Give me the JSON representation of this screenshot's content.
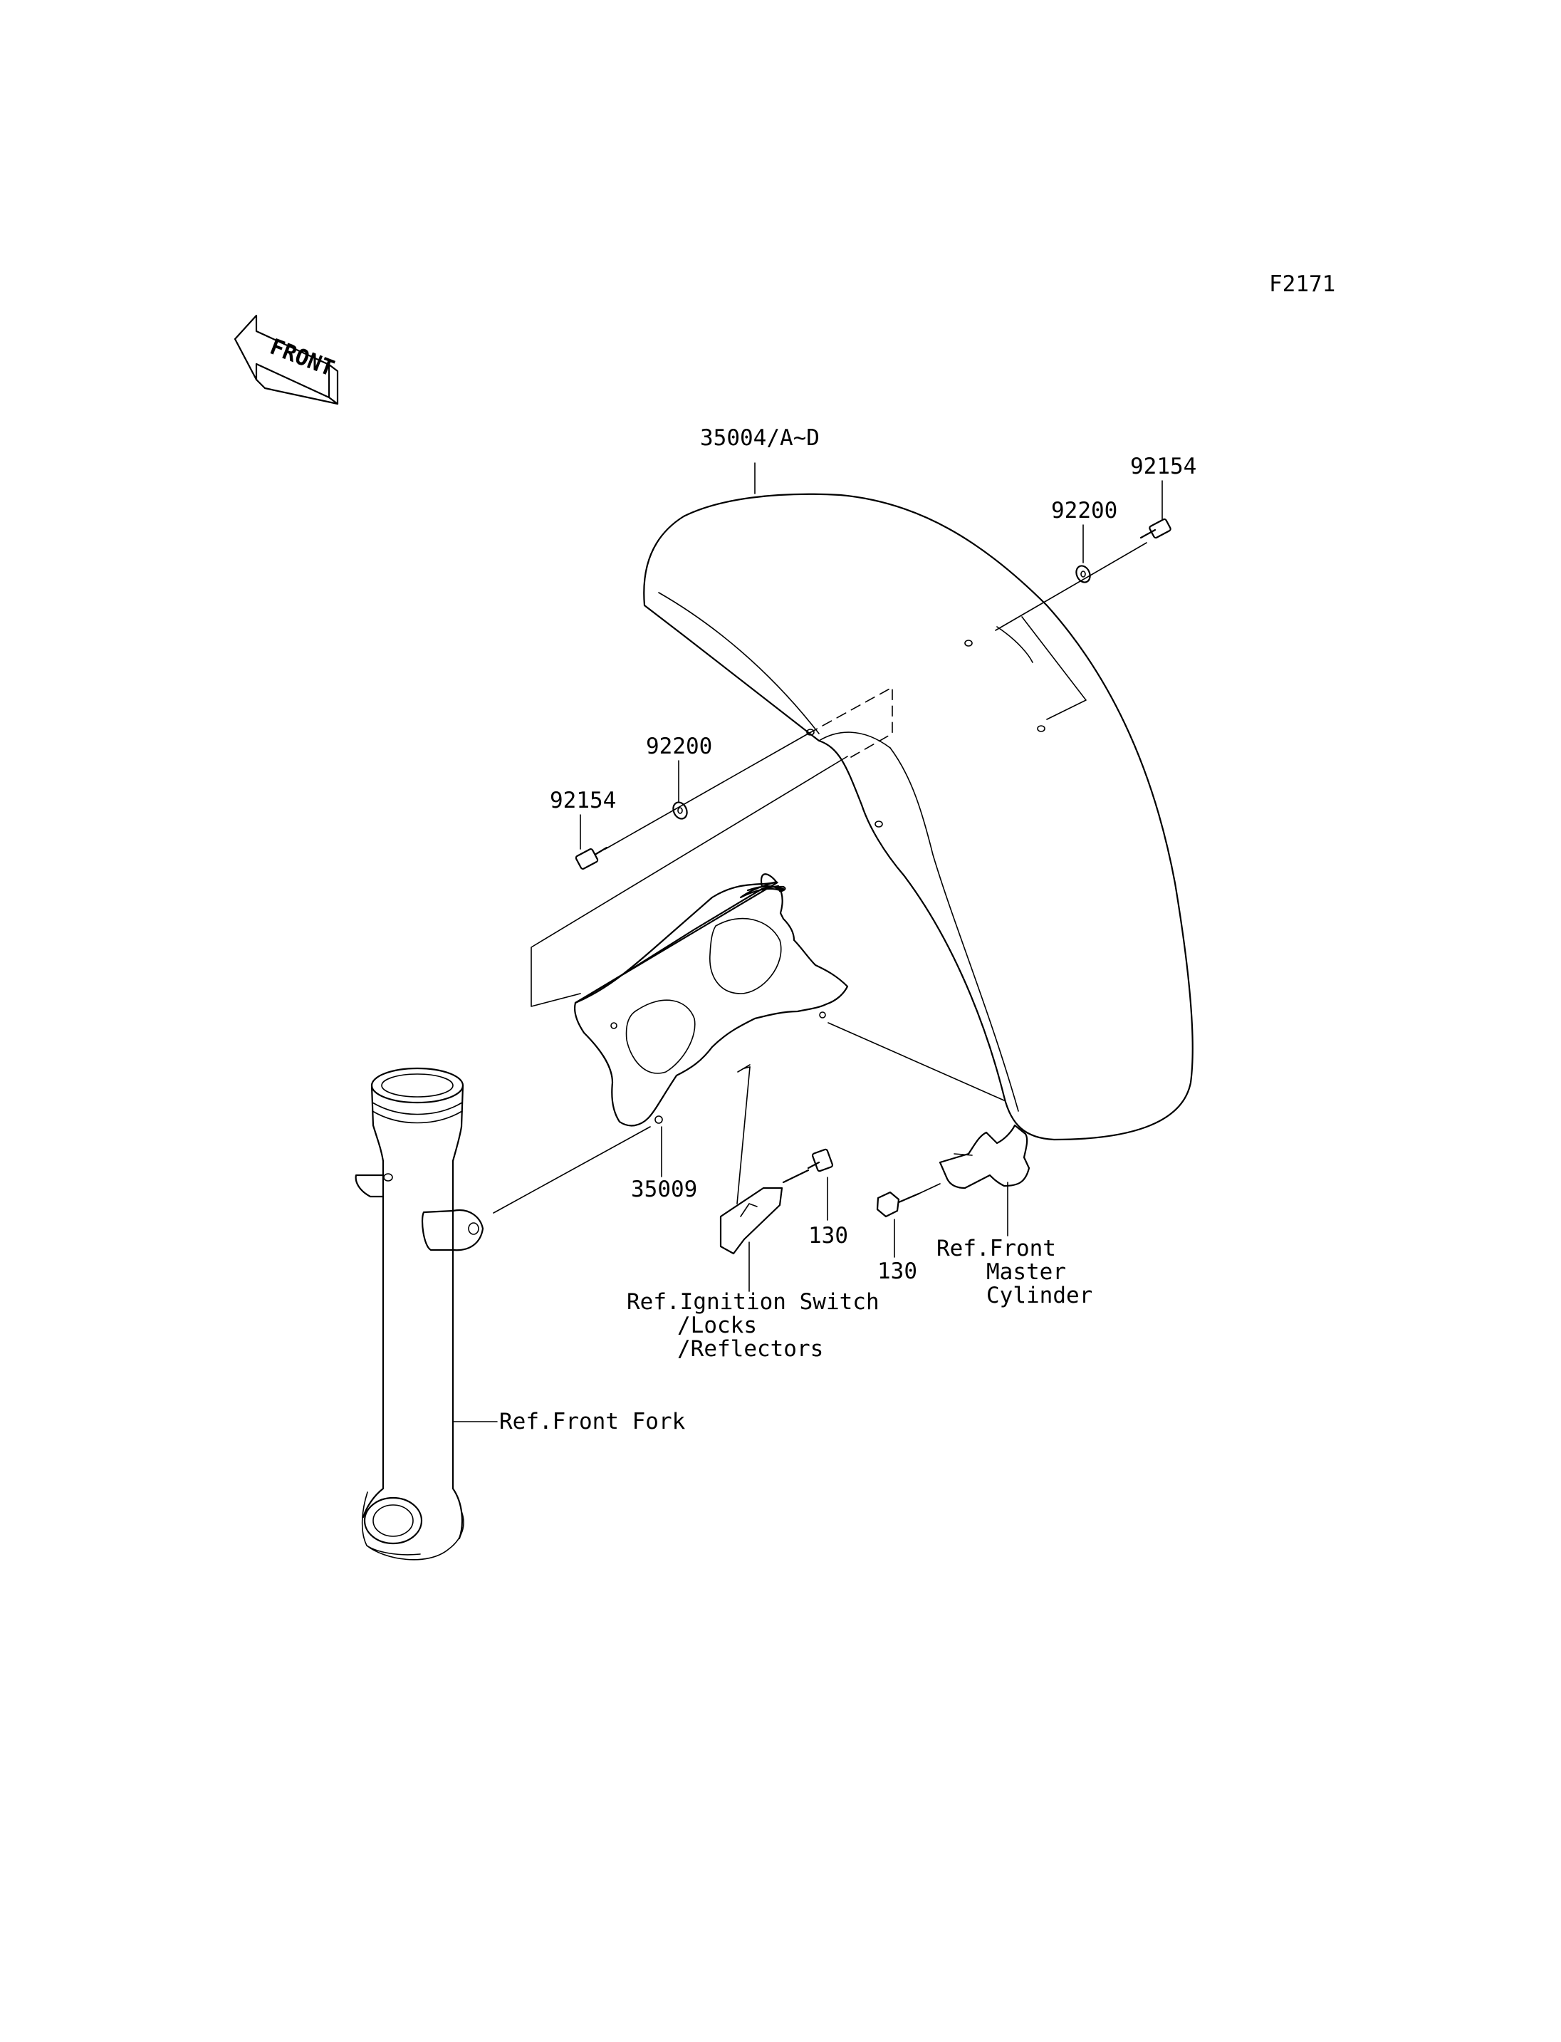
{
  "diagram": {
    "figure_code": "F2171",
    "direction_marker": "FRONT",
    "labels": {
      "fender": "35004/A~D",
      "bolt_right": "92154",
      "washer_right": "92200",
      "washer_left": "92200",
      "bolt_left": "92154",
      "bracket": "35009",
      "bolt_center": "130",
      "bolt_lower": "130",
      "ref_front_master_line1": "Ref.Front",
      "ref_front_master_line2": "Master",
      "ref_front_master_line3": "Cylinder",
      "ref_ignition_line1": "Ref.Ignition Switch",
      "ref_ignition_line2": "/Locks",
      "ref_ignition_line3": "/Reflectors",
      "ref_front_fork": "Ref.Front Fork"
    }
  }
}
